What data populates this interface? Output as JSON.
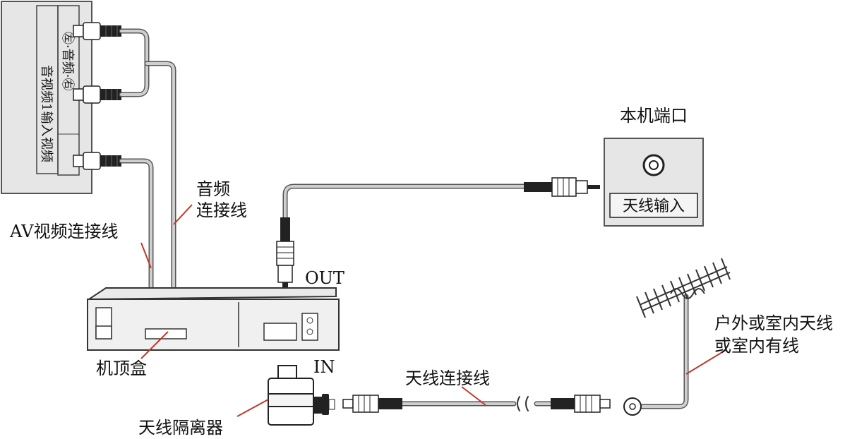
{
  "tv_panel": {
    "video_label": "视频",
    "audio_label": "㊧·音频·㊨",
    "av_input_label": "音视频1输入"
  },
  "labels": {
    "av_cable": "AV视频连接线",
    "audio_cable_line1": "音频",
    "audio_cable_line2": "连接线",
    "out_port": "OUT",
    "stb": "机顶盒",
    "in_port": "IN",
    "isolator": "天线隔离器",
    "antenna_cable": "天线连接线",
    "local_port": "本机端口",
    "antenna_input": "天线输入",
    "antenna_line1": "户外或室内天线",
    "antenna_line2": "或室内有线"
  }
}
